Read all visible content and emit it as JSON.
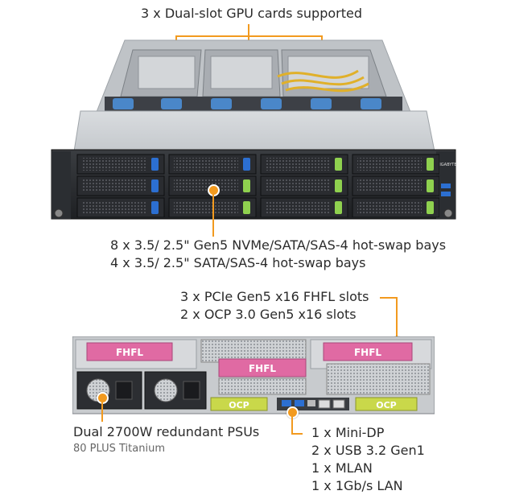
{
  "callouts": {
    "gpu": "3 x Dual-slot GPU cards supported",
    "bays_line1": "8 x 3.5/ 2.5\" Gen5 NVMe/SATA/SAS-4 hot-swap bays",
    "bays_line2": "4 x 3.5/ 2.5\" SATA/SAS-4 hot-swap bays",
    "pcie_line1": "3 x PCIe Gen5 x16 FHFL slots",
    "pcie_line2": "2 x OCP 3.0 Gen5 x16 slots",
    "psu_line1": "Dual 2700W redundant PSUs",
    "psu_line2": "80 PLUS Titanium",
    "io_lines": [
      "1 x Mini-DP",
      "2 x USB 3.2 Gen1",
      "1 x MLAN",
      "1 x 1Gb/s LAN"
    ]
  },
  "rear_labels": {
    "fhfl": "FHFL",
    "ocp": "OCP"
  },
  "front_logo": "GIGABYTE",
  "colors": {
    "accent": "#f29a1f",
    "fhfl": "#e06aa3",
    "ocp": "#c9d84a",
    "tray_latch_blue": "#2c6fd1",
    "tray_latch_green": "#8fd14f"
  }
}
